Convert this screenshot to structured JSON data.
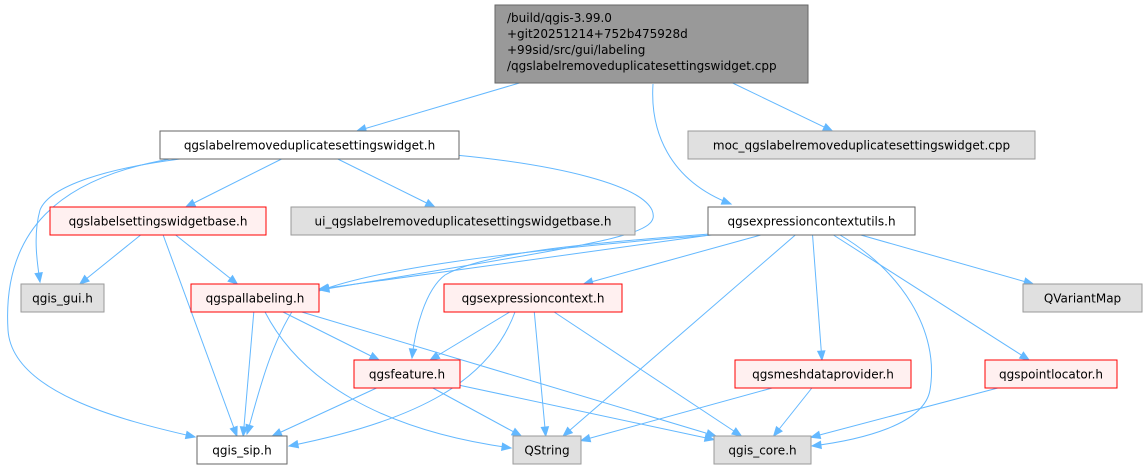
{
  "colors": {
    "edge": "#63b8ff",
    "root_fill": "#999999",
    "root_border": "#666666",
    "plain_fill": "#ffffff",
    "plain_border": "#666666",
    "external_fill": "#e0e0e0",
    "external_border": "#999999",
    "truncated_fill": "#fff0f0",
    "truncated_border": "#ff0000"
  },
  "nodes": [
    {
      "id": "root",
      "kind": "root",
      "lines": [
        "/build/qgis-3.99.0",
        "+git20251214+752b475928d",
        "+99sid/src/gui/labeling",
        "/qgslabelremoveduplicatesettingswidget.cpp"
      ]
    },
    {
      "id": "widget_h",
      "kind": "plain",
      "lines": [
        "qgslabelremoveduplicatesettingswidget.h"
      ]
    },
    {
      "id": "moc_cpp",
      "kind": "external",
      "lines": [
        "moc_qgslabelremoveduplicatesettingswidget.cpp"
      ]
    },
    {
      "id": "base_h",
      "kind": "truncated",
      "lines": [
        "qgslabelsettingswidgetbase.h"
      ]
    },
    {
      "id": "ui_h",
      "kind": "external",
      "lines": [
        "ui_qgslabelremoveduplicatesettingswidgetbase.h"
      ]
    },
    {
      "id": "exprutils_h",
      "kind": "plain",
      "lines": [
        "qgsexpressioncontextutils.h"
      ]
    },
    {
      "id": "gui_h",
      "kind": "external",
      "lines": [
        "qgis_gui.h"
      ]
    },
    {
      "id": "pallabeling_h",
      "kind": "truncated",
      "lines": [
        "qgspallabeling.h"
      ]
    },
    {
      "id": "exprctx_h",
      "kind": "truncated",
      "lines": [
        "qgsexpressioncontext.h"
      ]
    },
    {
      "id": "qvariantmap",
      "kind": "external",
      "lines": [
        "QVariantMap"
      ]
    },
    {
      "id": "feature_h",
      "kind": "truncated",
      "lines": [
        "qgsfeature.h"
      ]
    },
    {
      "id": "mesh_h",
      "kind": "truncated",
      "lines": [
        "qgsmeshdataprovider.h"
      ]
    },
    {
      "id": "pointloc_h",
      "kind": "truncated",
      "lines": [
        "qgspointlocator.h"
      ]
    },
    {
      "id": "sip_h",
      "kind": "plain",
      "lines": [
        "qgis_sip.h"
      ]
    },
    {
      "id": "qstring",
      "kind": "external",
      "lines": [
        "QString"
      ]
    },
    {
      "id": "core_h",
      "kind": "external",
      "lines": [
        "qgis_core.h"
      ]
    }
  ],
  "edges": [
    {
      "from": "root",
      "to": "widget_h"
    },
    {
      "from": "root",
      "to": "moc_cpp"
    },
    {
      "from": "root",
      "to": "exprutils_h"
    },
    {
      "from": "widget_h",
      "to": "base_h"
    },
    {
      "from": "widget_h",
      "to": "ui_h"
    },
    {
      "from": "widget_h",
      "to": "gui_h"
    },
    {
      "from": "widget_h",
      "to": "sip_h"
    },
    {
      "from": "widget_h",
      "to": "pallabeling_h"
    },
    {
      "from": "base_h",
      "to": "gui_h"
    },
    {
      "from": "base_h",
      "to": "pallabeling_h"
    },
    {
      "from": "base_h",
      "to": "sip_h"
    },
    {
      "from": "exprutils_h",
      "to": "pallabeling_h"
    },
    {
      "from": "exprutils_h",
      "to": "exprctx_h"
    },
    {
      "from": "exprutils_h",
      "to": "feature_h"
    },
    {
      "from": "exprutils_h",
      "to": "sip_h"
    },
    {
      "from": "exprutils_h",
      "to": "qstring"
    },
    {
      "from": "exprutils_h",
      "to": "mesh_h"
    },
    {
      "from": "exprutils_h",
      "to": "pointloc_h"
    },
    {
      "from": "exprutils_h",
      "to": "qvariantmap"
    },
    {
      "from": "exprutils_h",
      "to": "core_h"
    },
    {
      "from": "pallabeling_h",
      "to": "feature_h"
    },
    {
      "from": "pallabeling_h",
      "to": "sip_h"
    },
    {
      "from": "pallabeling_h",
      "to": "qstring"
    },
    {
      "from": "pallabeling_h",
      "to": "core_h"
    },
    {
      "from": "exprctx_h",
      "to": "feature_h"
    },
    {
      "from": "exprctx_h",
      "to": "sip_h"
    },
    {
      "from": "exprctx_h",
      "to": "qstring"
    },
    {
      "from": "exprctx_h",
      "to": "core_h"
    },
    {
      "from": "feature_h",
      "to": "sip_h"
    },
    {
      "from": "feature_h",
      "to": "qstring"
    },
    {
      "from": "feature_h",
      "to": "core_h"
    },
    {
      "from": "mesh_h",
      "to": "qstring"
    },
    {
      "from": "mesh_h",
      "to": "core_h"
    },
    {
      "from": "pointloc_h",
      "to": "core_h"
    }
  ]
}
